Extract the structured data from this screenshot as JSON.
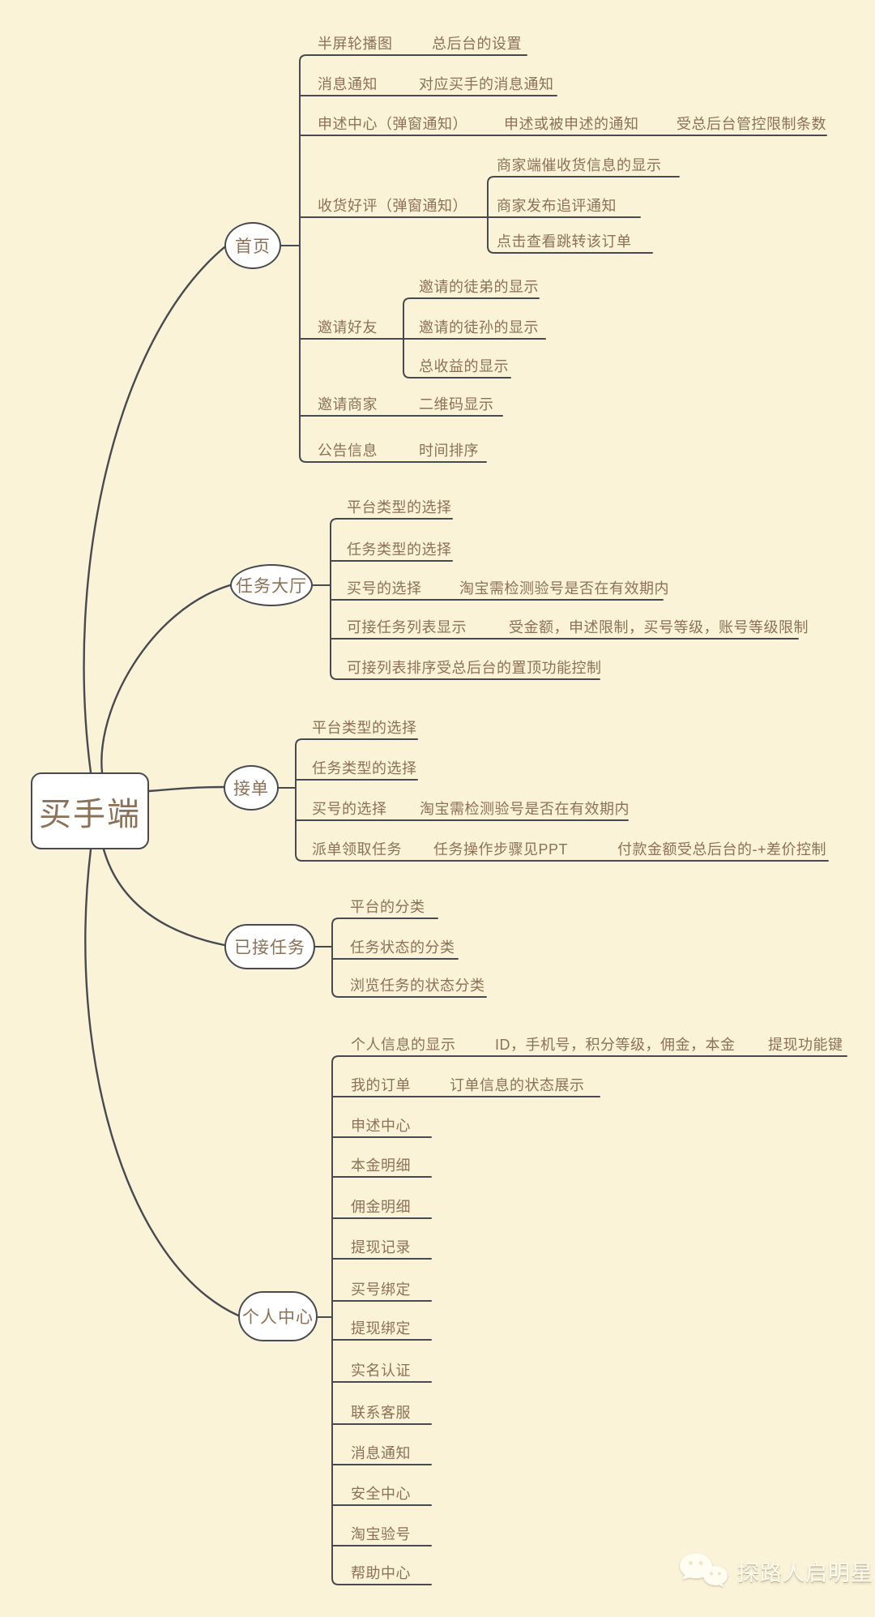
{
  "colors": {
    "background": "#faf3d8",
    "line": "#474a50",
    "topic_text": "#8d7156",
    "node_fill": "#ffffff",
    "watermark_text": "#fffdf2"
  },
  "root": {
    "label": "买手端"
  },
  "branches": [
    {
      "label": "首页",
      "children": [
        {
          "label": "半屏轮播图",
          "children": [
            {
              "label": "总后台的设置"
            }
          ]
        },
        {
          "label": "消息通知",
          "children": [
            {
              "label": "对应买手的消息通知"
            }
          ]
        },
        {
          "label": "申述中心（弹窗通知）",
          "children": [
            {
              "label": "申述或被申述的通知",
              "children": [
                {
                  "label": "受总后台管控限制条数"
                }
              ]
            }
          ]
        },
        {
          "label": "收货好评（弹窗通知）",
          "children": [
            {
              "label": "商家端催收货信息的显示"
            },
            {
              "label": "商家发布追评通知"
            },
            {
              "label": "点击查看跳转该订单"
            }
          ]
        },
        {
          "label": "邀请好友",
          "children": [
            {
              "label": "邀请的徒弟的显示"
            },
            {
              "label": "邀请的徒孙的显示"
            },
            {
              "label": "总收益的显示"
            }
          ]
        },
        {
          "label": "邀请商家",
          "children": [
            {
              "label": "二维码显示"
            }
          ]
        },
        {
          "label": "公告信息",
          "children": [
            {
              "label": "时间排序"
            }
          ]
        }
      ]
    },
    {
      "label": "任务大厅",
      "children": [
        {
          "label": "平台类型的选择"
        },
        {
          "label": "任务类型的选择"
        },
        {
          "label": "买号的选择",
          "children": [
            {
              "label": "淘宝需检测验号是否在有效期内"
            }
          ]
        },
        {
          "label": "可接任务列表显示",
          "children": [
            {
              "label": "受金额，申述限制，买号等级，账号等级限制"
            }
          ]
        },
        {
          "label": "可接列表排序受总后台的置顶功能控制"
        }
      ]
    },
    {
      "label": "接单",
      "children": [
        {
          "label": "平台类型的选择"
        },
        {
          "label": "任务类型的选择"
        },
        {
          "label": "买号的选择",
          "children": [
            {
              "label": "淘宝需检测验号是否在有效期内"
            }
          ]
        },
        {
          "label": "派单领取任务",
          "children": [
            {
              "label": "任务操作步骤见PPT",
              "children": [
                {
                  "label": "付款金额受总后台的-+差价控制"
                }
              ]
            }
          ]
        }
      ]
    },
    {
      "label": "已接任务",
      "children": [
        {
          "label": "平台的分类"
        },
        {
          "label": "任务状态的分类"
        },
        {
          "label": "浏览任务的状态分类"
        }
      ]
    },
    {
      "label": "个人中心",
      "children": [
        {
          "label": "个人信息的显示",
          "children": [
            {
              "label": "ID，手机号，积分等级，佣金，本金",
              "children": [
                {
                  "label": "提现功能键"
                }
              ]
            }
          ]
        },
        {
          "label": "我的订单",
          "children": [
            {
              "label": "订单信息的状态展示"
            }
          ]
        },
        {
          "label": "申述中心"
        },
        {
          "label": "本金明细"
        },
        {
          "label": "佣金明细"
        },
        {
          "label": "提现记录"
        },
        {
          "label": "买号绑定"
        },
        {
          "label": "提现绑定"
        },
        {
          "label": "实名认证"
        },
        {
          "label": "联系客服"
        },
        {
          "label": "消息通知"
        },
        {
          "label": "安全中心"
        },
        {
          "label": "淘宝验号"
        },
        {
          "label": "帮助中心"
        }
      ]
    }
  ],
  "watermark": {
    "icon": "wechat-icon",
    "label": "探路人启明星"
  }
}
